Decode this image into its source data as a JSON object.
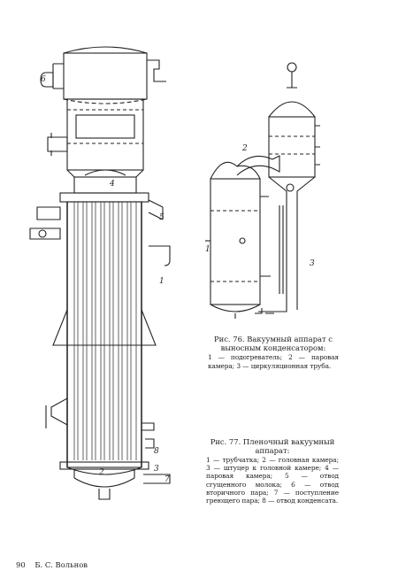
{
  "figure_77": {
    "part_numbers": [
      "1",
      "2",
      "3",
      "4",
      "5",
      "6",
      "7",
      "8"
    ]
  },
  "figure_76": {
    "part_numbers": [
      "1",
      "2",
      "3"
    ]
  },
  "caption_76": {
    "title": "Рис. 76. Вакуумный аппарат с выносным конденсатором:",
    "body": "1 — подогреватель; 2 — паровая камера; 3 — циркуляционная труба."
  },
  "caption_77": {
    "title": "Рис. 77. Пленочный вакуумный аппарат:",
    "body": "1 — трубчатка; 2 — головная камера; 3 — штуцер к головной камере; 4 — паровая камера; 5 — отвод сгущенного молока; 6 — отвод вторичного пара; 7 — поступление греющего пара; 8 — отвод конденсата."
  },
  "footer": {
    "page_number": "90",
    "running_head": "Б. С. Вольнов"
  }
}
